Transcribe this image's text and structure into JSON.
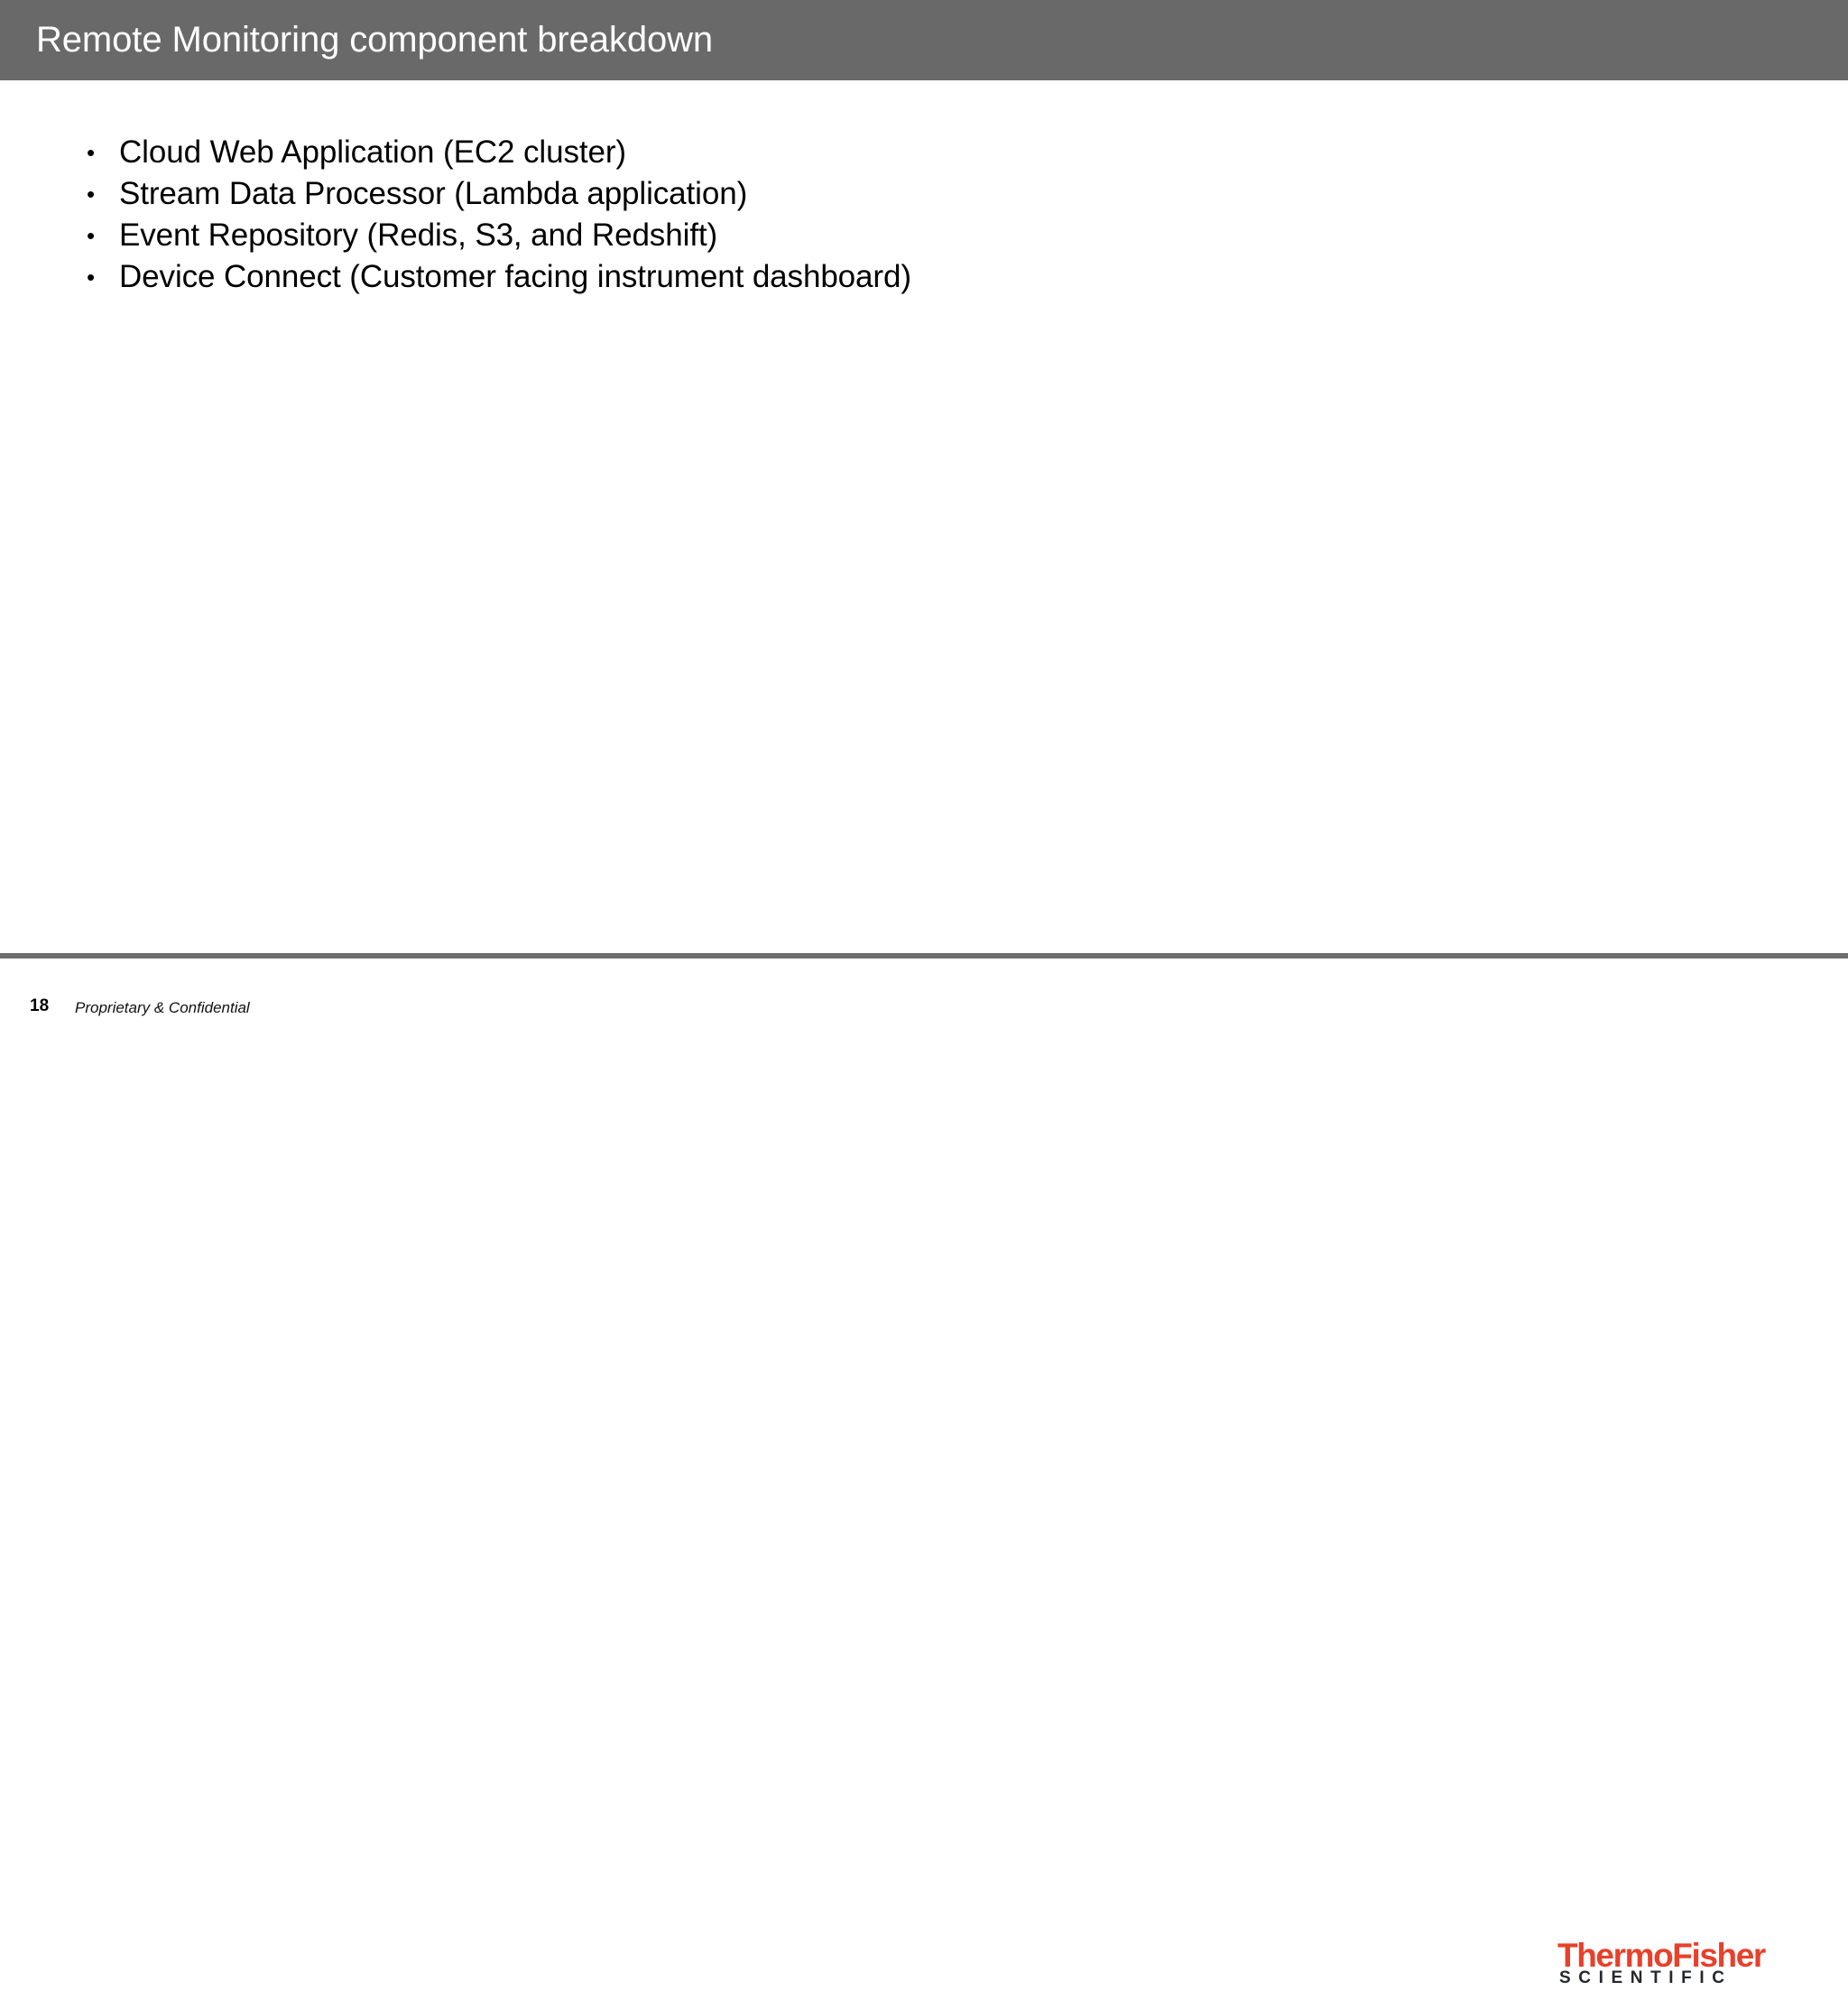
{
  "slide": {
    "title": "Remote Monitoring component breakdown",
    "background_color": "#FFFFFF",
    "title_band_color": "#696969",
    "title_text_color": "#FFFFFF"
  },
  "content": {
    "bullet_marker": "•",
    "bullets": [
      {
        "label": "Cloud Web Application (EC2 cluster)"
      },
      {
        "label": "Stream Data Processor (Lambda application)"
      },
      {
        "label": "Event Repository (Redis, S3, and Redshift)"
      },
      {
        "label": "Device Connect (Customer facing instrument dashboard)"
      }
    ]
  },
  "footer": {
    "page_number": "18",
    "confidentiality": "Proprietary & Confidential",
    "rule_color": "#6E6E6E",
    "logo": {
      "wordmark": "ThermoFisher",
      "tagline": "SCIENTIFIC",
      "wordmark_color": "#E8402A",
      "tagline_color": "#25282C"
    }
  }
}
